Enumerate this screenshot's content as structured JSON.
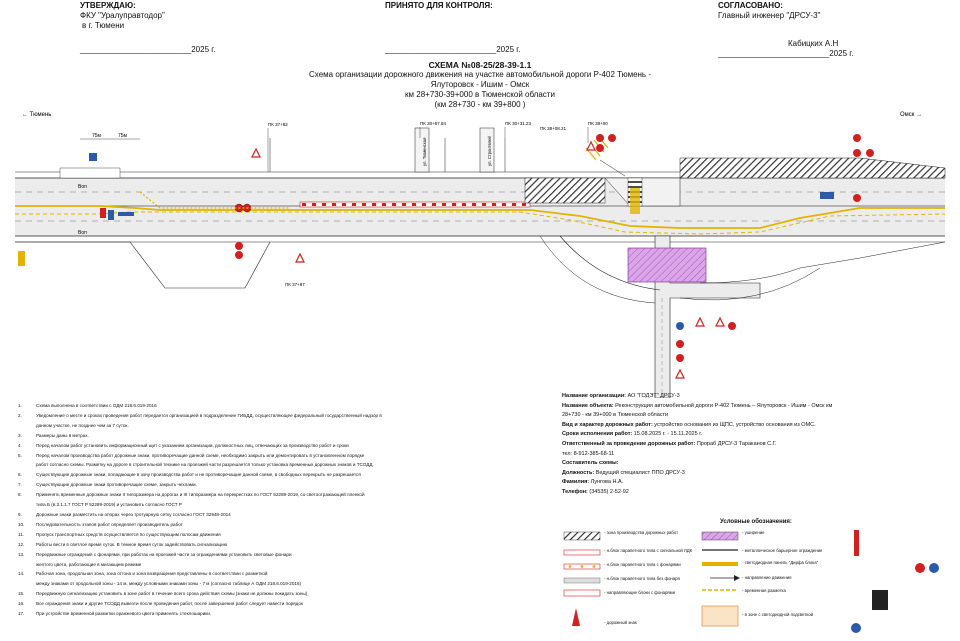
{
  "header": {
    "approve_label": "УТВЕРЖДАЮ:",
    "approve_org": "ФКУ \"Уралуправтодор\"",
    "approve_city": "в г. Тюмени",
    "approve_date": "_________________________2025 г.",
    "control_label": "ПРИНЯТО ДЛЯ КОНТРОЛЯ:",
    "control_date": "_________________________2025 г.",
    "agree_label": "СОГЛАСОВАНО:",
    "agree_role": "Главный инженер \"ДРСУ-3\"",
    "agree_name": "Кабицких  А.Н",
    "agree_date": "_________________________2025 г."
  },
  "title": {
    "number": "СХЕМА №08-25/28-39-1.1",
    "line1": "Схема организации дорожного движения на участке автомобильной дороги Р-402 Тюмень -",
    "line2": "Ялуторовск - Ишим - Омск",
    "line3": "км 28+730-39+000 в Тюменской области",
    "line4": "(км 28+730 - км 39+800 )"
  },
  "diagram": {
    "dir_left": "← Тюмень",
    "dir_right": "Омск →",
    "pk_labels": [
      "ПК 37+82",
      "ПК 30+67.84",
      "ПК 30+31.23",
      "ПК 38+08.21",
      "ПК 39+00",
      "ПК 37+87"
    ],
    "lane_labels": [
      "Воп",
      "Воп"
    ],
    "dim_labels": [
      "75м",
      "75м"
    ],
    "street_labels": [
      "ул. Тюменская",
      "ул. Строителей"
    ]
  },
  "notes": [
    {
      "n": "1.",
      "text": "Схема выполнена в соответствии с ОДМ 218.6.019-2016"
    },
    {
      "n": "2.",
      "text": "Уведомление о месте и сроках проведения работ передается организацией в подразделение ГИБДД, осуществляющее федеральный государственный надзор в"
    },
    {
      "n": "",
      "text": "данном участке, не позднее чем  за 7 суток."
    },
    {
      "n": "3.",
      "text": "Размеры даны в метрах."
    },
    {
      "n": "4.",
      "text": "Перед началом работ установить информационный щит с указанием организации, должностных лиц, отвечающих за производство работ и сроки"
    },
    {
      "n": "5.",
      "text": "Перед началом производства работ дорожные знаки, противоречащие данной схеме, необходимо закрыть или демонтировать в установленном порядке"
    },
    {
      "n": "",
      "text": "работ согласно схемы. Разметку на дороге в строительной технике на проезжей части разрешается только установка временных дорожных знаков и ТСОДД."
    },
    {
      "n": "6.",
      "text": "Существующие дорожные знаки, попадающие в зону производства работ и не противоречащие данной схеме, в свободных перекрыть не разрешается"
    },
    {
      "n": "7.",
      "text": "Существующие дорожные знаки противоречащие схеме, закрыть чехлами."
    },
    {
      "n": "8.",
      "text": "Применять временные дорожные знаки II типоразмера на дорогах и III типоразмера на перекрестках по ГОСТ 52289-2019, со светоотражающей пленкой"
    },
    {
      "n": "",
      "text": "типа Б (в.3.1.1.7 ГОСТ Р 52289-2019) и установить согласно ГОСТ Р"
    },
    {
      "n": "9.",
      "text": "Дорожные знаки разместить на опорах через тротуарную сетку согласно ГОСТ 32948-2014"
    },
    {
      "n": "10.",
      "text": "Последовательность этапов работ определяет производитель работ"
    },
    {
      "n": "11.",
      "text": "Пропуск транспортных средств осуществляется по существующим полосам движения"
    },
    {
      "n": "12.",
      "text": "Работы вести в светлое время суток. В темное время суток задействовать сигнализацию"
    },
    {
      "n": "13.",
      "text": "Передвижные ограждения с фонарями, при работах на проезжей части за ограждениями установить световые фонари"
    },
    {
      "n": "",
      "text": "желтого цвета, работающие в мигающем режиме"
    },
    {
      "n": "14.",
      "text": "Рабочая зона, продольная зона, зона отгона и зона возвращения представлены в соответствии с разметкой"
    },
    {
      "n": "",
      "text": "между знаками от продольной зоны - 14 м, между условными знаками зоны - 7 м (согласно таблице А ОДМ 218.6.019-2016)"
    },
    {
      "n": "15.",
      "text": "Передвижную сигнализацию установить в зоне работ в течение всего срока действия схемы (знаки не должны покидать зоны)"
    },
    {
      "n": "16.",
      "text": "Все ограждения знаки и другие ТСОДД вывезти после проведения работ, после завершения работ следует навести порядок"
    },
    {
      "n": "17.",
      "text": "При устройстве временной разметки оранжевого цвета применять стеклошарики."
    }
  ],
  "info": {
    "org_label": "Название организации:",
    "org_value": " АО \"ГОДЭТ\" ДРСУ-3",
    "obj_label": "Название объекта:",
    "obj_value": "  Реконструкция автомобильной дороги Р-402 Тюмень – Ялуторовск - Ишим - Омск км",
    "obj_value2": "28+730 - км 39+000 в Тюменской области",
    "kind_label": "Вид и характер дорожных работ:",
    "kind_value": " устройство основания из ЩПС, устройство основания из ОМС.",
    "dates_label": "Сроки исполнения работ:",
    "dates_value": " 15.08.2025 г. - 15.11.2025 г.",
    "resp_label": "Ответственный за проведение дорожных работ:",
    "resp_value": " Прораб ДРСУ-3 Тараканов С.Г.",
    "phone1": "тел: 8-912-385-68-11",
    "author_label": "Составитель схемы:",
    "post_label": "Должность:",
    "post_value": " Ведущий специалист ППО ДРСУ-3",
    "fam_label": "Фамилия:",
    "fam_value": " Лунгова Н.А.",
    "tel_label": "Телефон:",
    "tel_value": " (34535) 2-52-92"
  },
  "legend": {
    "title": "Условные обозначения:",
    "items": [
      "- зона производства дорожных работ",
      "- уширение",
      "- н.блок парапетного типа с сигнальной ЛДК",
      "- металлическое барьерное ограждение",
      "- н.блок парапетного типа с фонарями",
      "- светодиодная панель \"Дирфа блока\"",
      "- н.блок парапетного типа без фонаря",
      "- направление движения",
      "- направляющие блоки с фонарями",
      "- временная разметка",
      "- в зоне с светодиодной подсветкой",
      "- дорожный знак"
    ]
  },
  "colors": {
    "road": "#ececec",
    "marking": "#e2b400",
    "work_zone": "#d9a6e6",
    "hatch": "#333333",
    "sign_red": "#d22020"
  }
}
